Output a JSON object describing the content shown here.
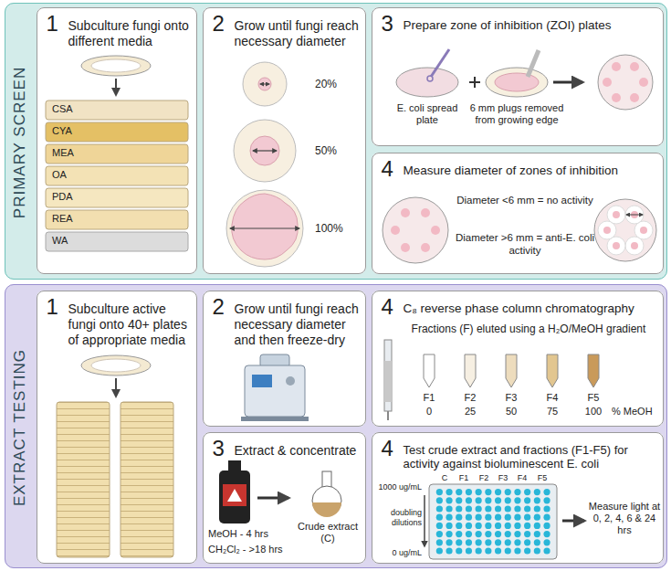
{
  "diagram": {
    "nodes": [
      {
        "text": [
          "PRIMARY SCREEN"
        ]
      },
      {
        "text": [
          "1",
          "Subculture fungi onto different media"
        ],
        "in": 0
      },
      {
        "text": [
          "2",
          "Grow until fungi reach necessary diameter"
        ],
        "in": 0
      },
      {
        "text": [
          "3",
          "Prepare zone of inhibition (ZOI) plates"
        ],
        "in": 0
      },
      {
        "text": [
          "4",
          "Measure diameter of zones of inhibition"
        ],
        "in": 0
      },
      {
        "text": [
          "EXTRACT TESTING"
        ]
      },
      {
        "text": [
          "1",
          "Subculture active fungi onto 40+ plates of appropriate media"
        ],
        "in": 5
      },
      {
        "text": [
          "2",
          "Grow until fungi reach necessary diameter and then freeze-dry"
        ],
        "in": 5
      },
      {
        "text": [
          "3",
          "Extract & concentrate"
        ],
        "in": 5
      },
      {
        "text": [
          "4",
          "C₈ reverse phase column chromatography"
        ],
        "in": 5
      },
      {
        "text": [
          "4",
          "Test crude extract and fractions (F1-F5) for activity against bioluminescent E. coli"
        ],
        "in": 5
      }
    ],
    "labels": [
      "CSA",
      "CYA",
      "MEA",
      "OA",
      "PDA",
      "REA",
      "WA",
      "20%",
      "50%",
      "100%",
      "E. coli spread plate",
      "6 mm plugs removed from growing edge",
      "Diameter <6 mm = no activity",
      "Diameter >6 mm = anti-E. coli activity",
      "Fractions (F) eluted using a H₂O/MeOH gradient",
      "F1",
      "F2",
      "F3",
      "F4",
      "F5",
      "0",
      "25",
      "50",
      "75",
      "100",
      "% MeOH",
      "MeOH - 4 hrs",
      "CH₂Cl₂ - >18 hrs",
      "Crude extract (C)",
      "C",
      "F1",
      "F2",
      "F3",
      "F4",
      "F5",
      "1000 ug/mL",
      "doubling dilutions",
      "0 ug/mL",
      "Measure light at 0, 2, 4, 6 & 24 hrs"
    ]
  }
}
